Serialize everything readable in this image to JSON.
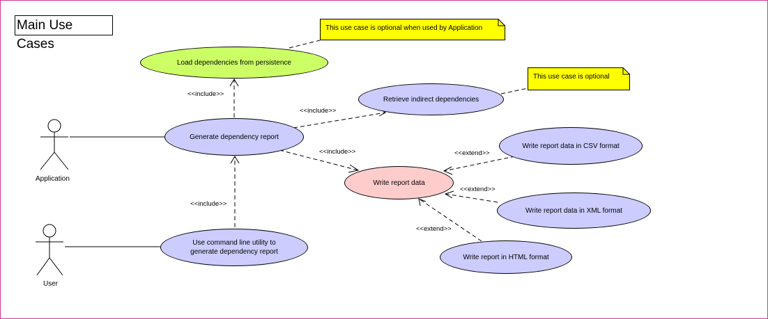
{
  "diagram": {
    "title": "Main Use Cases",
    "actors": {
      "application": "Application",
      "user": "User"
    },
    "use_cases": {
      "load": "Load dependencies from persistence",
      "retrieve": "Retrieve indirect dependencies",
      "generate": "Generate dependency report",
      "write": "Write report data",
      "csv": "Write report data in CSV format",
      "xml": "Write report data in XML format",
      "html": "Write report in HTML format",
      "cmdline": "Use command line utility to\ngenerate dependency report"
    },
    "notes": {
      "application_optional": "This use case is optional when used by Application",
      "optional": "This use case is optional"
    },
    "stereotypes": {
      "include_load": "<<include>>",
      "include_retrieve": "<<include>>",
      "include_write": "<<include>>",
      "include_cmdline": "<<include>>",
      "extend_csv": "<<extend>>",
      "extend_xml": "<<extend>>",
      "extend_html": "<<extend>>"
    },
    "colors": {
      "default_use_case": "#ccccff",
      "load_use_case": "#ccff66",
      "write_use_case": "#ffcccc",
      "note": "#ffff00",
      "frame_border": "#d6359a"
    }
  }
}
